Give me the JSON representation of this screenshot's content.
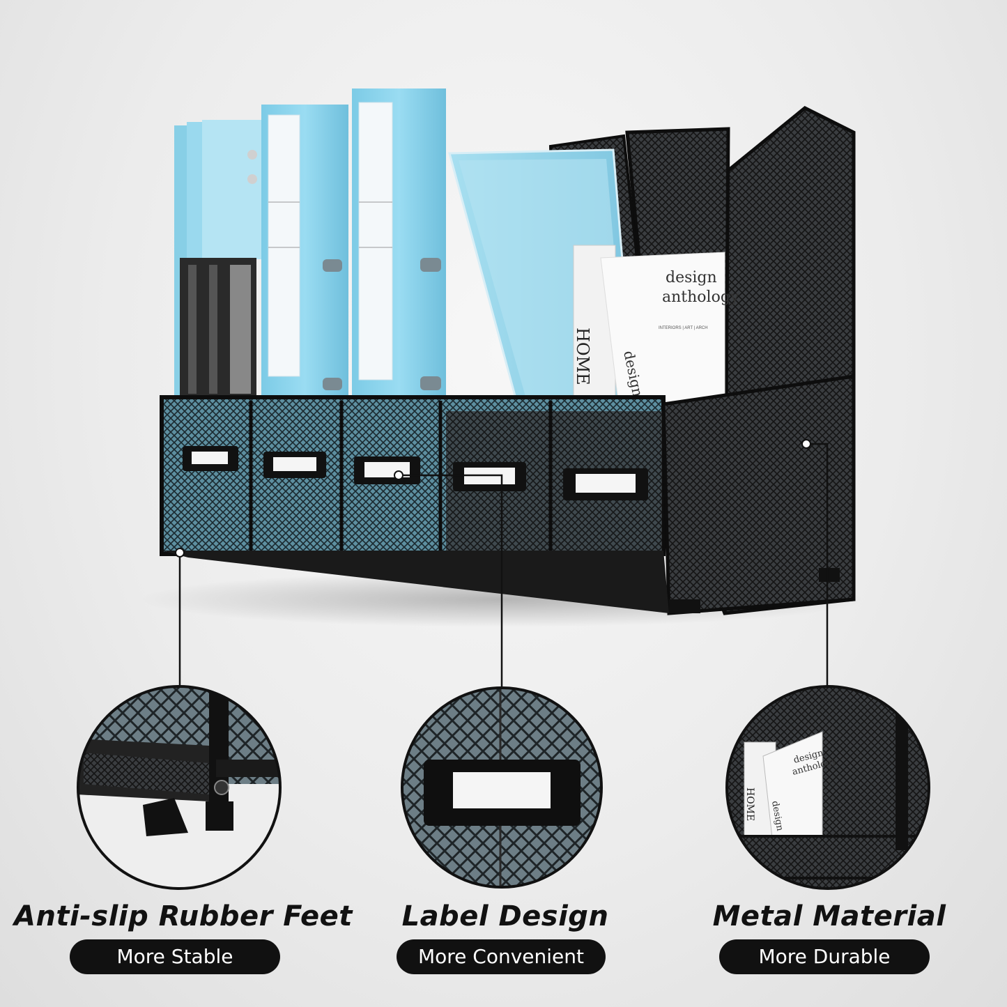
{
  "features": [
    {
      "title": "Anti-slip Rubber Feet",
      "subtitle": "More Stable"
    },
    {
      "title": "Label Design",
      "subtitle": "More Convenient"
    },
    {
      "title": "Metal Material",
      "subtitle": "More Durable"
    }
  ],
  "book": {
    "cover_title": "design anthology",
    "cover_title_line1": "design",
    "cover_title_line2": "anthology",
    "cover_small": "INTERIORS | ART | ARCH",
    "spine_word": "HOME",
    "spine_sub": "design"
  },
  "colors": {
    "background": "#ececec",
    "binder_blue": "#8fd3ec",
    "mesh_black": "#1a1a1a",
    "pill": "#111111"
  }
}
